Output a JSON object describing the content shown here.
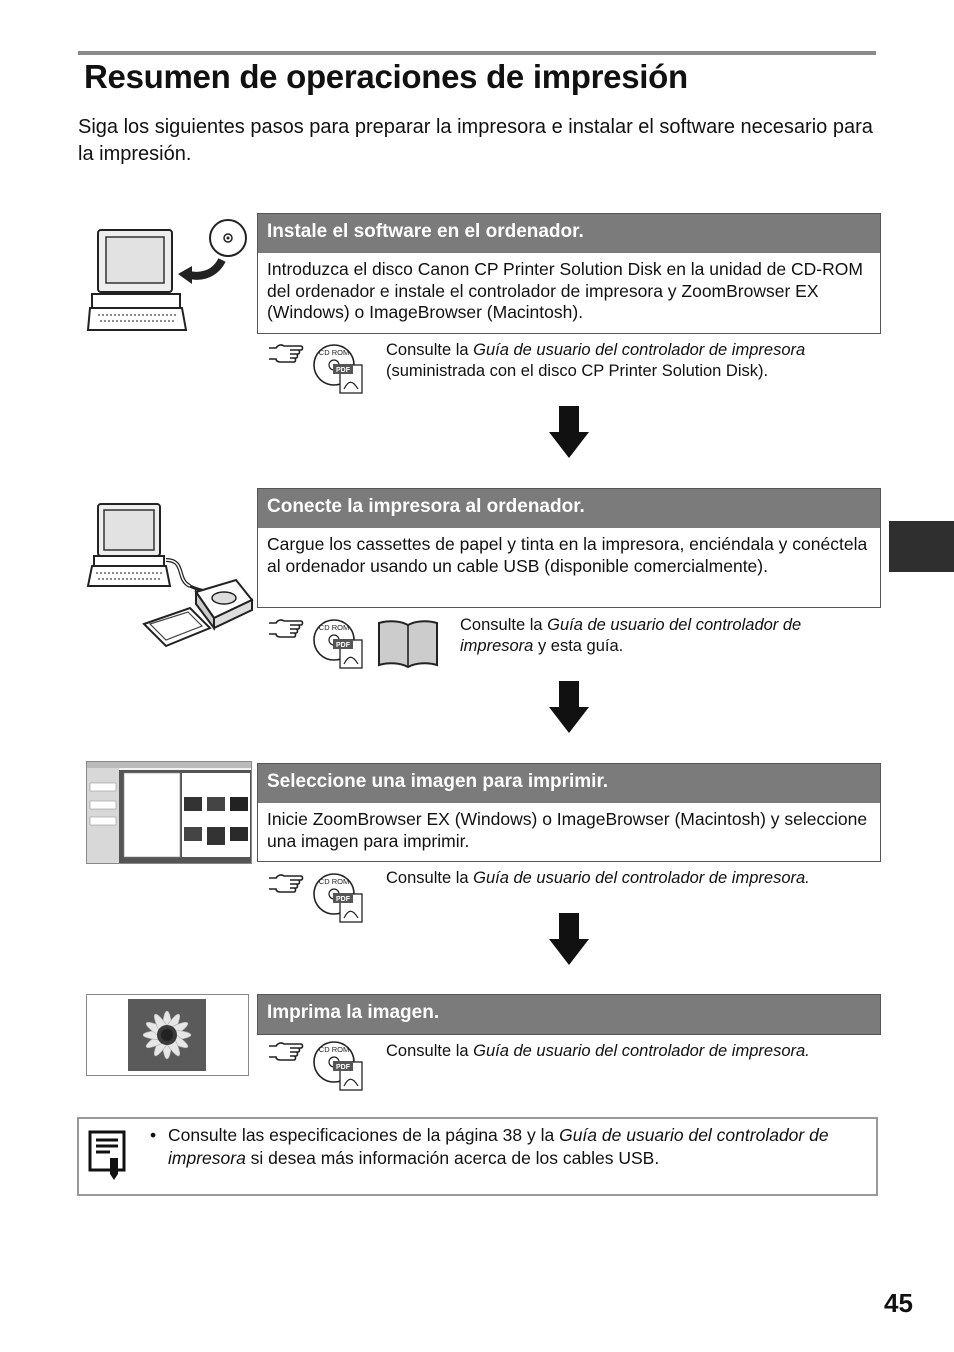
{
  "page": {
    "title": "Resumen de operaciones de impresión",
    "intro": "Siga los siguientes pasos para preparar la impresora e instalar el software necesario para la impresión.",
    "page_number": "45"
  },
  "icons": {
    "cd_rom_label": "CD ROM",
    "pdf_label": "PDF"
  },
  "steps": [
    {
      "heading": "Instale el software en el ordenador.",
      "body": "Introduzca el disco Canon CP Printer Solution Disk en la unidad de CD-ROM del ordenador e instale el controlador de impresora y ZoomBrowser EX (Windows) o ImageBrowser (Macintosh).",
      "ref_prefix": "Consulte la ",
      "ref_italic": "Guía de usuario del controlador de impresora",
      "ref_suffix": " (suministrada con el disco CP Printer Solution Disk)."
    },
    {
      "heading": "Conecte la impresora al ordenador.",
      "body": "Cargue los cassettes de papel y tinta en la impresora, enciéndala y conéctela al ordenador usando un cable USB (disponible comercialmente).",
      "ref_prefix": "Consulte la ",
      "ref_italic": "Guía de usuario del controlador de impresora",
      "ref_suffix": " y esta guía."
    },
    {
      "heading": "Seleccione una imagen para imprimir.",
      "body": "Inicie ZoomBrowser EX (Windows) o ImageBrowser (Macintosh) y seleccione una imagen para imprimir.",
      "ref_prefix": "Consulte la ",
      "ref_italic": "Guía de usuario del controlador de impresora.",
      "ref_suffix": ""
    },
    {
      "heading": "Imprima la imagen.",
      "ref_prefix": "Consulte la ",
      "ref_italic": "Guía de usuario del controlador de impresora.",
      "ref_suffix": ""
    }
  ],
  "note": {
    "bullet": "•",
    "prefix": "Consulte las especificaciones de la página 38 y la ",
    "italic": "Guía de usuario del controlador de impresora",
    "suffix": " si desea más información acerca de los cables USB."
  }
}
